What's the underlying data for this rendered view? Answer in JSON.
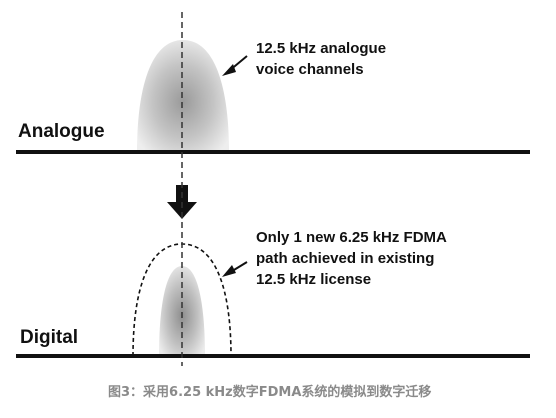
{
  "labels": {
    "analogue": "Analogue",
    "digital": "Digital"
  },
  "annotations": {
    "analogue_note": [
      "12.5 kHz analogue",
      "voice channels"
    ],
    "digital_note": [
      "Only 1 new 6.25 kHz FDMA",
      "path achieved in existing",
      "12.5 kHz license"
    ]
  },
  "caption": "图3：采用6.25 kHz数字FDMA系统的模拟到数字迁移",
  "colors": {
    "line": "#111111",
    "lobe_dark": "#9a9a9a",
    "lobe_light": "#ececec",
    "caption_text": "#8a8a8a"
  }
}
